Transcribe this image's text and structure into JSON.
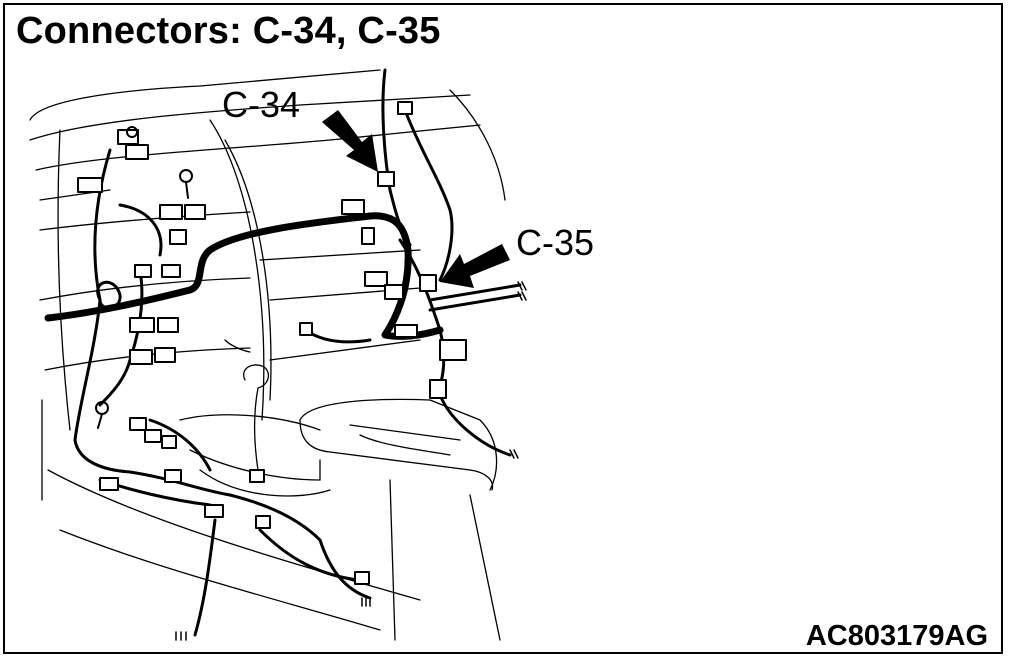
{
  "title": "Connectors: C-34, C-35",
  "callouts": [
    {
      "id": "c34",
      "text": "C-34"
    },
    {
      "id": "c35",
      "text": "C-35"
    }
  ],
  "figure_code": "AC803179AG"
}
